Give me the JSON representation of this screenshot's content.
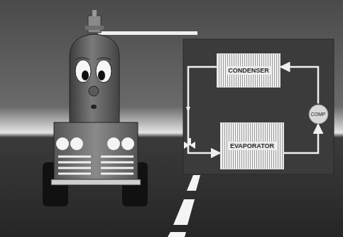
{
  "diagram": {
    "nodes": [
      {
        "text": [
          "CONDENSER"
        ]
      },
      {
        "text": [
          "EVAPORATOR"
        ]
      },
      {
        "text": [
          "COMP"
        ]
      }
    ],
    "edges": [
      {
        "from": 0,
        "to": 1,
        "arrow": "to"
      },
      {
        "from": 1,
        "to": 2,
        "arrow": "to"
      },
      {
        "from": 2,
        "to": 0,
        "arrow": "to"
      }
    ]
  }
}
